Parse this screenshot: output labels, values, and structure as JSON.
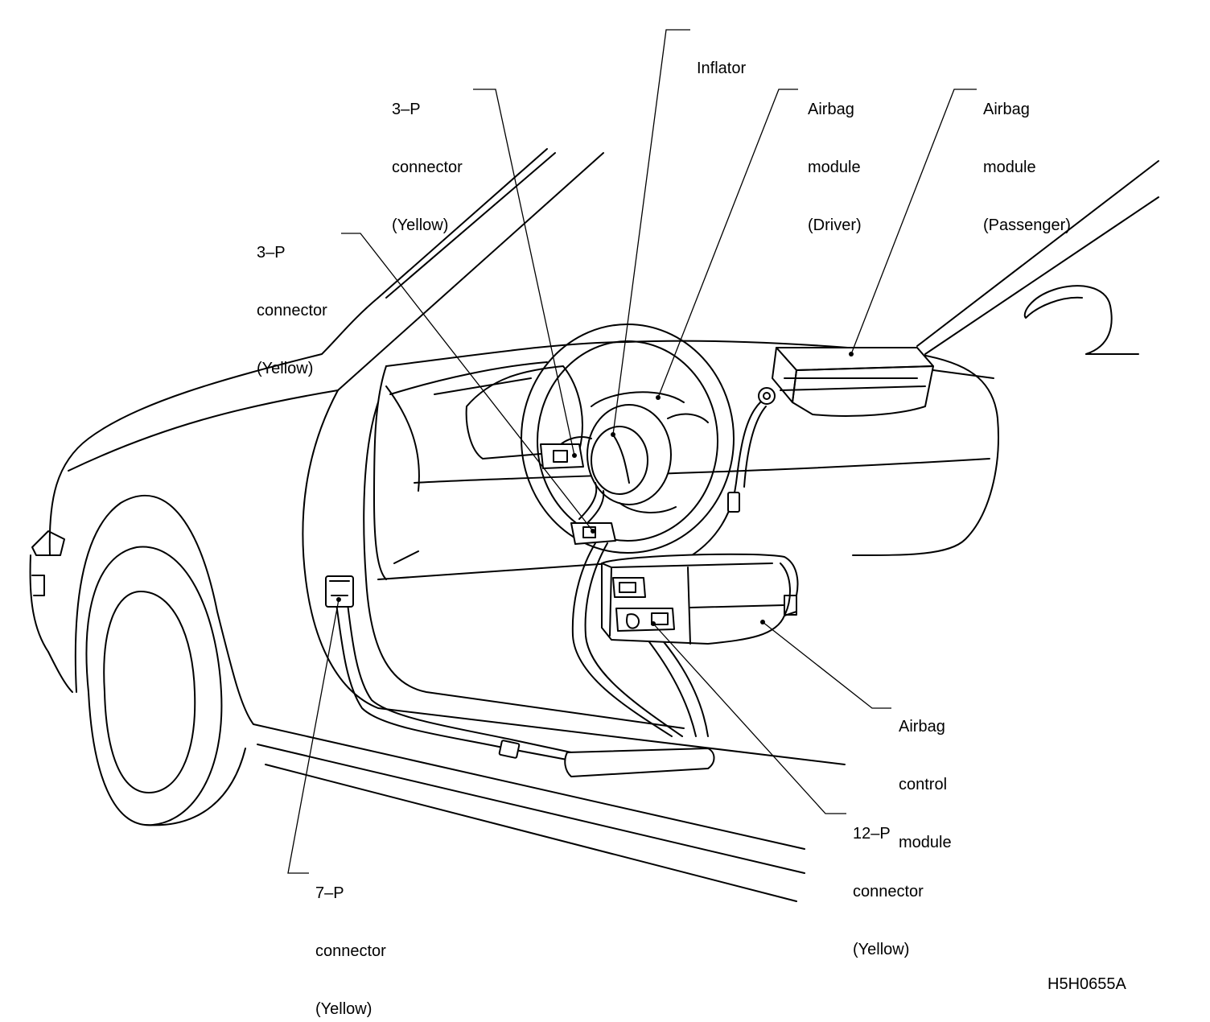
{
  "labels": {
    "inflator": [
      "Inflator"
    ],
    "connector_3p_upper": [
      "3–P",
      "connector",
      "(Yellow)"
    ],
    "connector_3p_left": [
      "3–P",
      "connector",
      "(Yellow)"
    ],
    "airbag_module_driver": [
      "Airbag",
      "module",
      "(Driver)"
    ],
    "airbag_module_passenger": [
      "Airbag",
      "module",
      "(Passenger)"
    ],
    "airbag_control_module": [
      "Airbag",
      "control",
      "module"
    ],
    "connector_12p": [
      "12–P",
      "connector",
      "(Yellow)"
    ],
    "connector_7p": [
      "7–P",
      "connector",
      "(Yellow)"
    ]
  },
  "figure_code": "H5H0655A",
  "colors": {
    "line": "#000000",
    "background": "#ffffff"
  }
}
